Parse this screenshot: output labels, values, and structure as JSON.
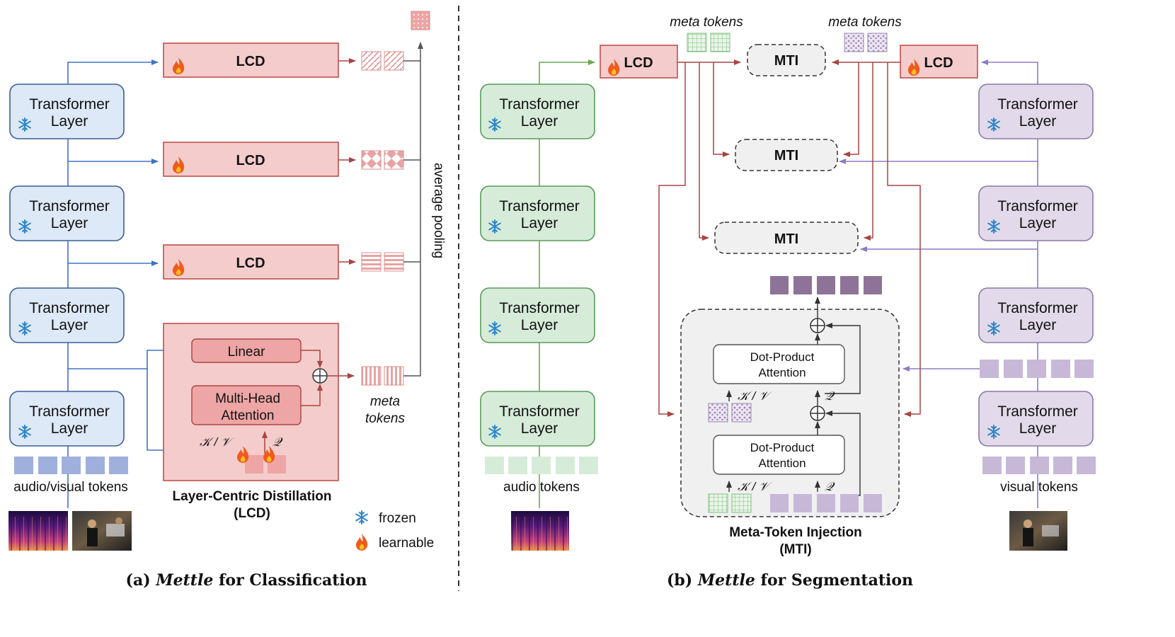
{
  "left_panel": {
    "transformer_label": "Transformer Layer",
    "lcd_label": "LCD",
    "linear_label": "Linear",
    "mha_label": "Multi-Head Attention",
    "kv_label": "𝒦 / 𝒱",
    "q_label": "𝒬",
    "meta_tokens_label": "meta tokens",
    "average_pooling_label": "average pooling",
    "tokens_label": "audio/visual tokens",
    "lcd_title": "Layer-Centric Distillation",
    "lcd_abbrev": "(LCD)",
    "legend_frozen": "frozen",
    "legend_learnable": "learnable",
    "caption_prefix": "(a) ",
    "caption_name": "Mettle",
    "caption_suffix": " for Classification"
  },
  "right_panel": {
    "transformer_label": "Transformer Layer",
    "lcd_label": "LCD",
    "mti_label": "MTI",
    "meta_tokens_label": "meta tokens",
    "dot_product_label": "Dot-Product Attention",
    "kv_label": "𝒦 / 𝒱",
    "q_label": "𝒬",
    "audio_tokens_label": "audio tokens",
    "visual_tokens_label": "visual tokens",
    "mti_title": "Meta-Token Injection",
    "mti_abbrev": "(MTI)",
    "caption_prefix": "(b) ",
    "caption_name": "Mettle",
    "caption_suffix": " for Segmentation"
  },
  "colors": {
    "transformer_blue": "#dde9f7",
    "transformer_green": "#d6ecd9",
    "transformer_purple": "#e2daea",
    "lcd_fill": "#f4cccc",
    "lcd_stroke": "#c0504d",
    "arrow_blue": "#4472c4",
    "arrow_red": "#a94442",
    "arrow_green": "#6aa84f",
    "arrow_purple": "#8e7cc3",
    "token_blue": "#9fb0dd",
    "token_green": "#d6ecd9",
    "token_purple": "#c8b8d8",
    "token_dark_purple": "#8e7398",
    "mti_fill": "#f0f0f0"
  },
  "icons": [
    "snowflake-icon",
    "flame-icon",
    "spectrogram-image",
    "video-frame-image"
  ]
}
